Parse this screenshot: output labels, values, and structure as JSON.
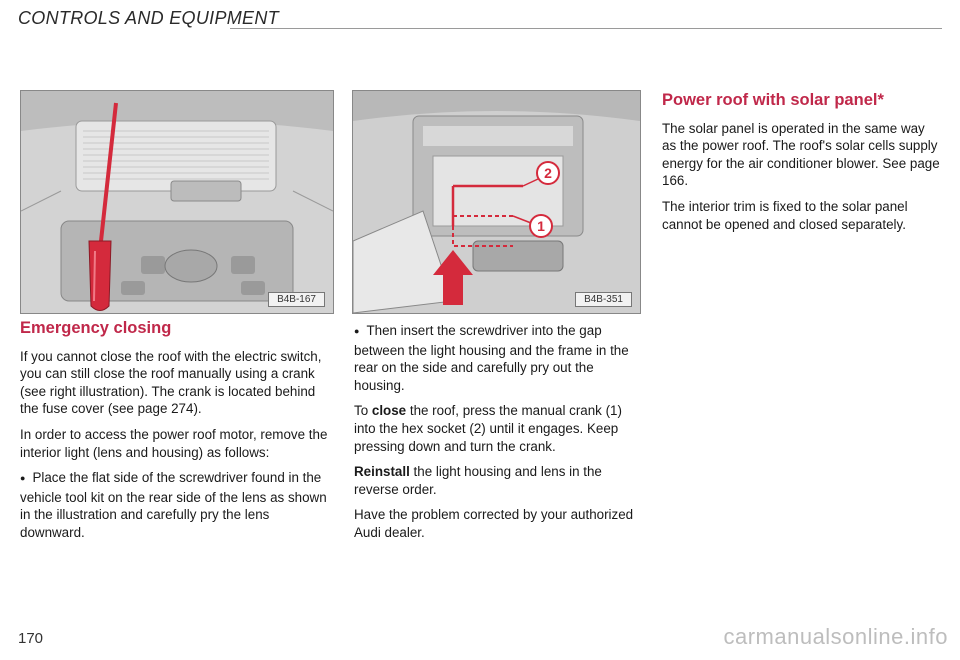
{
  "header": {
    "title": "CONTROLS AND EQUIPMENT"
  },
  "figures": {
    "left": {
      "label": "B4B-167"
    },
    "right": {
      "label": "B4B-351",
      "callout_1": "1",
      "callout_2": "2"
    }
  },
  "emergency": {
    "heading": "Emergency closing",
    "p1": "If you cannot close the roof with the electric switch, you can still close the roof manually using a crank (see right illustration). The crank is located behind the fuse cover (see page 274).",
    "p2": "In order to access the power roof motor, remove the interior light (lens and housing) as follows:",
    "b1": "Place the flat side of the screwdriver found in the vehicle tool kit on the rear side of the lens as shown in the illustration and carefully pry the lens downward."
  },
  "middle": {
    "b2": "Then insert the screwdriver into the gap between the light housing and the frame in the rear on the side and carefully pry out the housing.",
    "p_close_pre": "To ",
    "p_close_bold": "close",
    "p_close_post": " the roof, press the manual crank (1) into the hex socket (2) until it engages. Keep pressing down and turn the crank.",
    "p_reinstall_bold": "Reinstall",
    "p_reinstall_post": " the light housing and lens in the reverse order.",
    "p_dealer": "Have the problem corrected by your authorized Audi dealer."
  },
  "solar": {
    "heading": "Power roof with solar panel*",
    "p1": "The solar panel is operated in the same way as the power roof. The roof's solar cells supply energy for the air conditioner blower. See page 166.",
    "p2": "The interior trim is fixed to the solar panel cannot be opened and closed separately."
  },
  "footer": {
    "page_number": "170",
    "watermark": "carmanualsonline.info"
  },
  "colors": {
    "accent": "#c0284a",
    "tool_red": "#d42a3c"
  }
}
